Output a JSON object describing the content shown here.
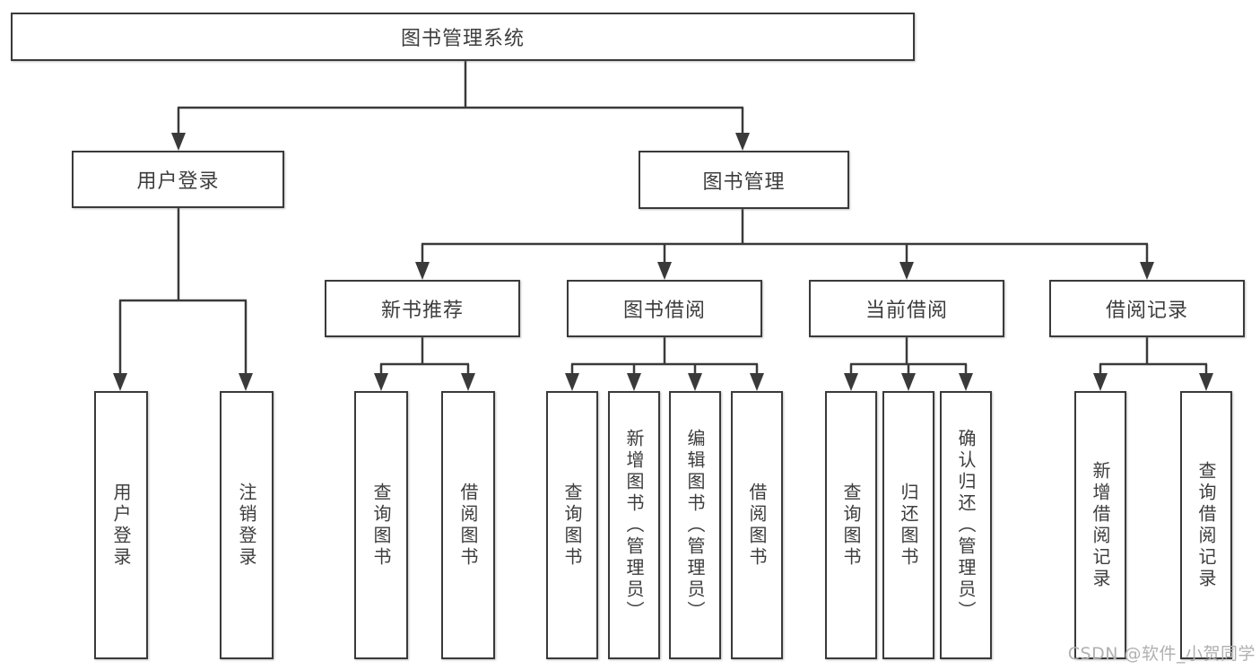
{
  "root_label": "图书管理系统",
  "branches": {
    "user_login": {
      "label": "用户登录",
      "children": [
        {
          "label": "用户登录"
        },
        {
          "label": "注销登录"
        }
      ]
    },
    "book_management": {
      "label": "图书管理",
      "children": [
        {
          "label": "新书推荐",
          "children": [
            {
              "label": "查询图书"
            },
            {
              "label": "借阅图书"
            }
          ]
        },
        {
          "label": "图书借阅",
          "children": [
            {
              "label": "查询图书"
            },
            {
              "label": "新增图书（管理员）"
            },
            {
              "label": "编辑图书（管理员）"
            },
            {
              "label": "借阅图书"
            }
          ]
        },
        {
          "label": "当前借阅",
          "children": [
            {
              "label": "查询图书"
            },
            {
              "label": "归还图书"
            },
            {
              "label": "确认归还（管理员）"
            }
          ]
        },
        {
          "label": "借阅记录",
          "children": [
            {
              "label": "新增借阅记录"
            },
            {
              "label": "查询借阅记录"
            }
          ]
        }
      ]
    }
  },
  "watermark": "CSDN @软件_小贺同学",
  "colors": {
    "line": "#3a3a3a",
    "box_border": "#3a3a3a",
    "text": "#3d3d3d",
    "watermark": "#b0b0b0",
    "background": "#ffffff"
  }
}
